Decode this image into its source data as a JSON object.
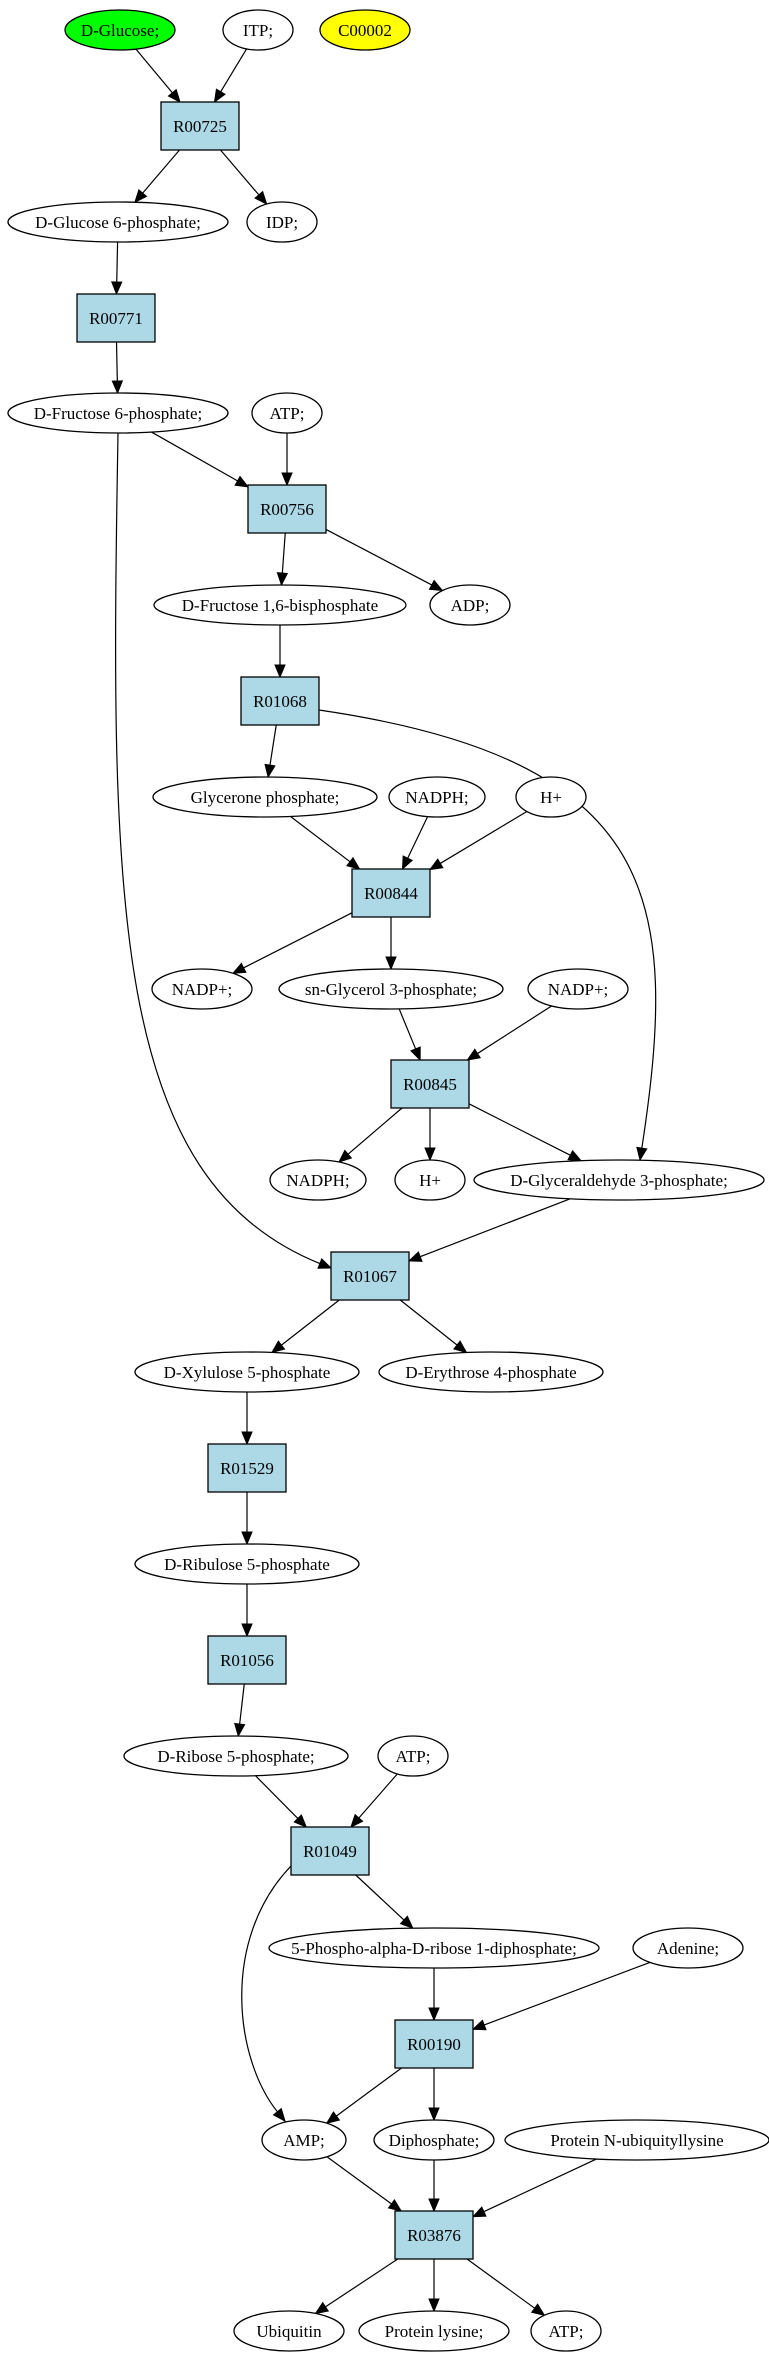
{
  "colors": {
    "reaction_fill": "#add8e6",
    "start_compound_fill": "#00ff00",
    "target_compound_fill": "#ffff00",
    "compound_fill": "#ffffff",
    "stroke": "#000000"
  },
  "nodes": {
    "c_glucose": {
      "label": "D-Glucose;",
      "kind": "compound",
      "role": "start"
    },
    "c_itp": {
      "label": "ITP;",
      "kind": "compound"
    },
    "c_c00002": {
      "label": "C00002",
      "kind": "compound",
      "role": "target"
    },
    "r_r00725": {
      "label": "R00725",
      "kind": "reaction"
    },
    "c_glc6p": {
      "label": "D-Glucose 6-phosphate;",
      "kind": "compound"
    },
    "c_idp": {
      "label": "IDP;",
      "kind": "compound"
    },
    "r_r00771": {
      "label": "R00771",
      "kind": "reaction"
    },
    "c_fru6p": {
      "label": "D-Fructose 6-phosphate;",
      "kind": "compound"
    },
    "c_atp1": {
      "label": "ATP;",
      "kind": "compound"
    },
    "r_r00756": {
      "label": "R00756",
      "kind": "reaction"
    },
    "c_fbp": {
      "label": "D-Fructose 1,6-bisphosphate",
      "kind": "compound"
    },
    "c_adp": {
      "label": "ADP;",
      "kind": "compound"
    },
    "r_r01068": {
      "label": "R01068",
      "kind": "reaction"
    },
    "c_dhap": {
      "label": "Glycerone phosphate;",
      "kind": "compound"
    },
    "c_nadph1": {
      "label": "NADPH;",
      "kind": "compound"
    },
    "c_hplus1": {
      "label": "H+",
      "kind": "compound"
    },
    "r_r00844": {
      "label": "R00844",
      "kind": "reaction"
    },
    "c_nadpplus1": {
      "label": "NADP+;",
      "kind": "compound"
    },
    "c_g3p": {
      "label": "sn-Glycerol 3-phosphate;",
      "kind": "compound"
    },
    "c_nadpplus2": {
      "label": "NADP+;",
      "kind": "compound"
    },
    "r_r00845": {
      "label": "R00845",
      "kind": "reaction"
    },
    "c_nadph2": {
      "label": "NADPH;",
      "kind": "compound"
    },
    "c_hplus2": {
      "label": "H+",
      "kind": "compound"
    },
    "c_gap": {
      "label": "D-Glyceraldehyde 3-phosphate;",
      "kind": "compound"
    },
    "r_r01067": {
      "label": "R01067",
      "kind": "reaction"
    },
    "c_xu5p": {
      "label": "D-Xylulose 5-phosphate",
      "kind": "compound"
    },
    "c_e4p": {
      "label": "D-Erythrose 4-phosphate",
      "kind": "compound"
    },
    "r_r01529": {
      "label": "R01529",
      "kind": "reaction"
    },
    "c_ru5p": {
      "label": "D-Ribulose 5-phosphate",
      "kind": "compound"
    },
    "r_r01056": {
      "label": "R01056",
      "kind": "reaction"
    },
    "c_r5p": {
      "label": "D-Ribose 5-phosphate;",
      "kind": "compound"
    },
    "c_atp2": {
      "label": "ATP;",
      "kind": "compound"
    },
    "r_r01049": {
      "label": "R01049",
      "kind": "reaction"
    },
    "c_prpp": {
      "label": "5-Phospho-alpha-D-ribose 1-diphosphate;",
      "kind": "compound"
    },
    "c_adenine": {
      "label": "Adenine;",
      "kind": "compound"
    },
    "r_r00190": {
      "label": "R00190",
      "kind": "reaction"
    },
    "c_amp": {
      "label": "AMP;",
      "kind": "compound"
    },
    "c_ppi": {
      "label": "Diphosphate;",
      "kind": "compound"
    },
    "c_protub": {
      "label": "Protein N-ubiquityllysine",
      "kind": "compound"
    },
    "r_r03876": {
      "label": "R03876",
      "kind": "reaction"
    },
    "c_ubiquitin": {
      "label": "Ubiquitin",
      "kind": "compound"
    },
    "c_protlys": {
      "label": "Protein lysine;",
      "kind": "compound"
    },
    "c_atp3": {
      "label": "ATP;",
      "kind": "compound"
    }
  },
  "edges": [
    [
      "c_glucose",
      "r_r00725"
    ],
    [
      "c_itp",
      "r_r00725"
    ],
    [
      "r_r00725",
      "c_glc6p"
    ],
    [
      "r_r00725",
      "c_idp"
    ],
    [
      "c_glc6p",
      "r_r00771"
    ],
    [
      "r_r00771",
      "c_fru6p"
    ],
    [
      "c_fru6p",
      "r_r00756"
    ],
    [
      "c_atp1",
      "r_r00756"
    ],
    [
      "r_r00756",
      "c_fbp"
    ],
    [
      "r_r00756",
      "c_adp"
    ],
    [
      "c_fbp",
      "r_r01068"
    ],
    [
      "r_r01068",
      "c_dhap"
    ],
    [
      "r_r01068",
      "c_gap"
    ],
    [
      "c_dhap",
      "r_r00844"
    ],
    [
      "c_nadph1",
      "r_r00844"
    ],
    [
      "c_hplus1",
      "r_r00844"
    ],
    [
      "r_r00844",
      "c_nadpplus1"
    ],
    [
      "r_r00844",
      "c_g3p"
    ],
    [
      "c_g3p",
      "r_r00845"
    ],
    [
      "c_nadpplus2",
      "r_r00845"
    ],
    [
      "r_r00845",
      "c_nadph2"
    ],
    [
      "r_r00845",
      "c_hplus2"
    ],
    [
      "r_r00845",
      "c_gap"
    ],
    [
      "c_fru6p",
      "r_r01067"
    ],
    [
      "c_gap",
      "r_r01067"
    ],
    [
      "r_r01067",
      "c_xu5p"
    ],
    [
      "r_r01067",
      "c_e4p"
    ],
    [
      "c_xu5p",
      "r_r01529"
    ],
    [
      "r_r01529",
      "c_ru5p"
    ],
    [
      "c_ru5p",
      "r_r01056"
    ],
    [
      "r_r01056",
      "c_r5p"
    ],
    [
      "c_r5p",
      "r_r01049"
    ],
    [
      "c_atp2",
      "r_r01049"
    ],
    [
      "r_r01049",
      "c_prpp"
    ],
    [
      "r_r01049",
      "c_amp"
    ],
    [
      "c_prpp",
      "r_r00190"
    ],
    [
      "c_adenine",
      "r_r00190"
    ],
    [
      "r_r00190",
      "c_amp"
    ],
    [
      "r_r00190",
      "c_ppi"
    ],
    [
      "c_amp",
      "r_r03876"
    ],
    [
      "c_ppi",
      "r_r03876"
    ],
    [
      "c_protub",
      "r_r03876"
    ],
    [
      "r_r03876",
      "c_ubiquitin"
    ],
    [
      "r_r03876",
      "c_protlys"
    ],
    [
      "r_r03876",
      "c_atp3"
    ]
  ]
}
